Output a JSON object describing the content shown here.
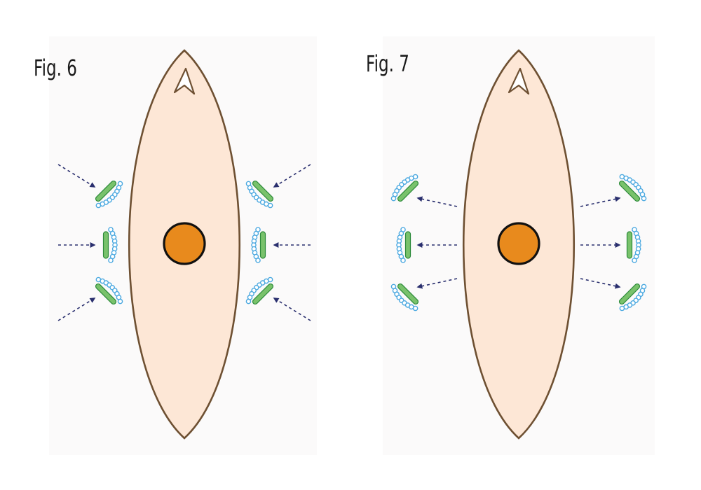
{
  "figures": [
    {
      "label": "Fig. 6",
      "arrow_direction": "inward"
    },
    {
      "label": "Fig. 7",
      "arrow_direction": "outward"
    }
  ],
  "colors": {
    "lens_fill": "#fde7d6",
    "lens_stroke": "#6e5032",
    "nucleus_fill": "#e88a1d",
    "nucleus_stroke": "#111111",
    "rod_fill": "#79c26b",
    "rod_stroke": "#2c8a3a",
    "bead_stroke": "#4aa8e0",
    "arrow_color": "#2a2f6e",
    "panel_bg": "#fbfafa"
  }
}
